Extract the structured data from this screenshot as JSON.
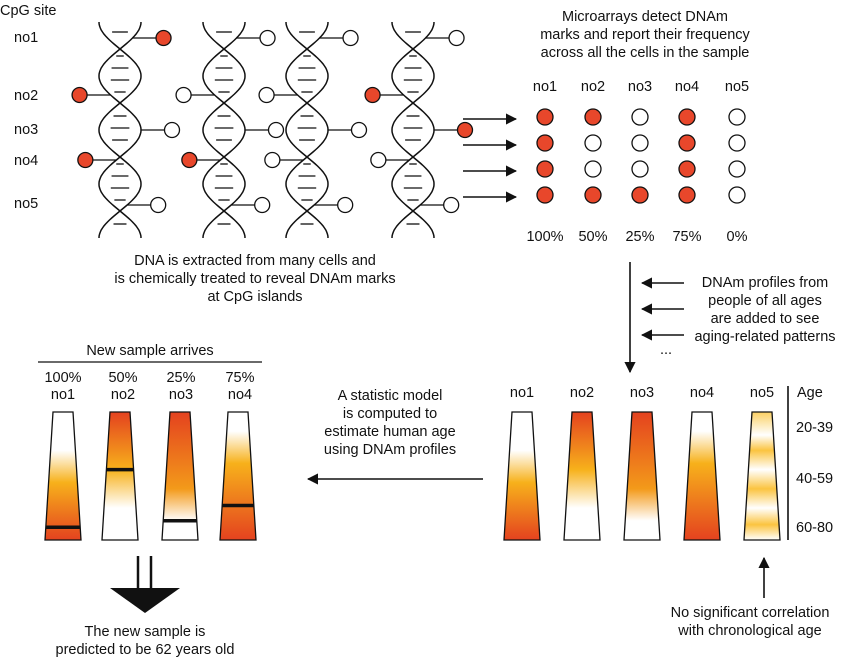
{
  "cpg_site_label": "CpG site",
  "sites": [
    "no1",
    "no2",
    "no3",
    "no4",
    "no5"
  ],
  "methylated_color": "#e8472b",
  "dna_methylation": [
    [
      true,
      false,
      false,
      false
    ],
    [
      true,
      false,
      false,
      true
    ],
    [
      false,
      false,
      false,
      true
    ],
    [
      true,
      true,
      false,
      false
    ],
    [
      false,
      false,
      false,
      false
    ]
  ],
  "dna_caption": [
    "DNA is extracted  from many cells and",
    "is chemically treated to reveal DNAm marks",
    "at CpG islands"
  ],
  "microarray_caption": [
    "Microarrays detect DNAm",
    "marks and report their frequency",
    "across all the cells in the sample"
  ],
  "array_headers": [
    "no1",
    "no2",
    "no3",
    "no4",
    "no5"
  ],
  "array_grid": [
    [
      true,
      true,
      false,
      true,
      false
    ],
    [
      true,
      false,
      false,
      true,
      false
    ],
    [
      true,
      false,
      false,
      true,
      false
    ],
    [
      true,
      true,
      true,
      true,
      false
    ]
  ],
  "array_percentages": [
    "100%",
    "50%",
    "25%",
    "75%",
    "0%"
  ],
  "profiles_caption": [
    "DNAm profiles from",
    "people of all ages",
    "are added to see",
    "aging-related patterns"
  ],
  "ellipsis": "...",
  "reference_headers": [
    "no1",
    "no2",
    "no3",
    "no4",
    "no5"
  ],
  "age_header": "Age",
  "age_ranges": [
    "20-39",
    "40-59",
    "60-80"
  ],
  "model_caption": [
    "A statistic model",
    "is computed to",
    "estimate human age",
    "using DNAm profiles"
  ],
  "new_sample_title": "New sample arrives",
  "new_sample_columns": [
    {
      "pct": "100%",
      "site": "no1",
      "marker_level": 0.9
    },
    {
      "pct": "50%",
      "site": "no2",
      "marker_level": 0.45
    },
    {
      "pct": "25%",
      "site": "no3",
      "marker_level": 0.85
    },
    {
      "pct": "75%",
      "site": "no4",
      "marker_level": 0.73
    }
  ],
  "prediction_caption": [
    "The new sample is",
    "predicted to be 62 years old"
  ],
  "no_correlation_caption": [
    "No significant correlation",
    "with chronological age"
  ]
}
